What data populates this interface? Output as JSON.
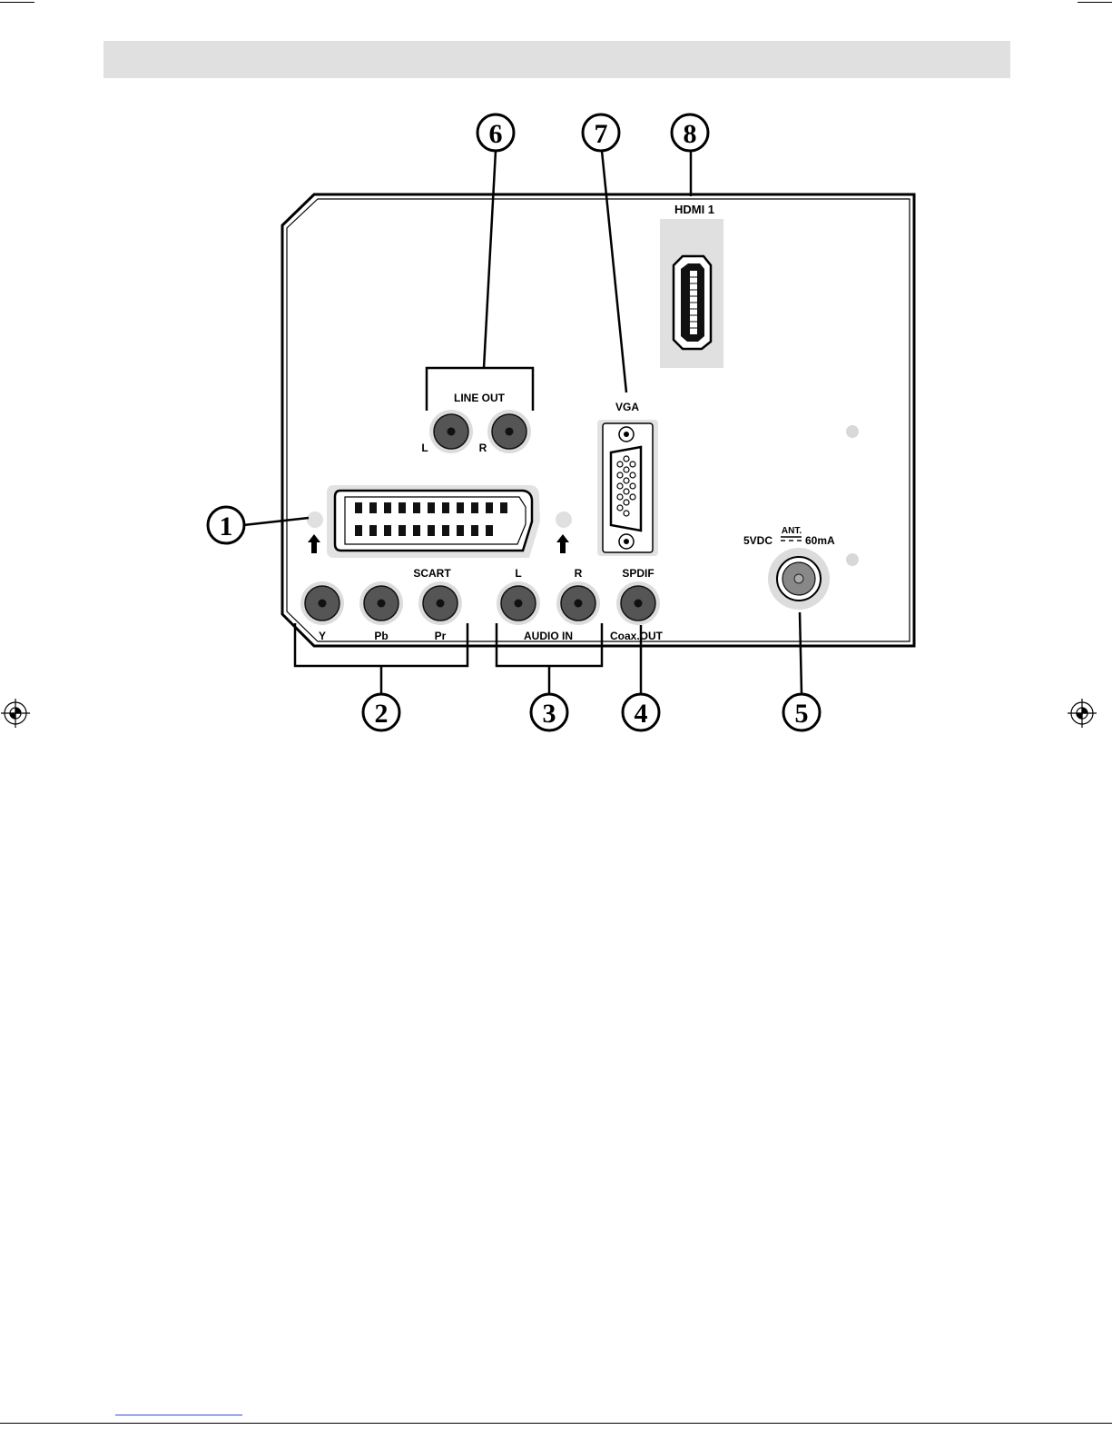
{
  "connectors": {
    "hdmi": "HDMI 1",
    "vga": "VGA",
    "line_out": "LINE OUT",
    "line_out_left": "L",
    "line_out_right": "R",
    "scart": "SCART",
    "component_y": "Y",
    "component_pb": "Pb",
    "component_pr": "Pr",
    "audio_in": "AUDIO IN",
    "audio_in_left": "L",
    "audio_in_right": "R",
    "spdif": "SPDIF",
    "coax_out": "Coax.OUT",
    "antenna": "ANT.",
    "antenna_voltage": "5VDC",
    "antenna_current": "60mA"
  },
  "callouts": [
    "1",
    "2",
    "3",
    "4",
    "5",
    "6",
    "7",
    "8"
  ]
}
